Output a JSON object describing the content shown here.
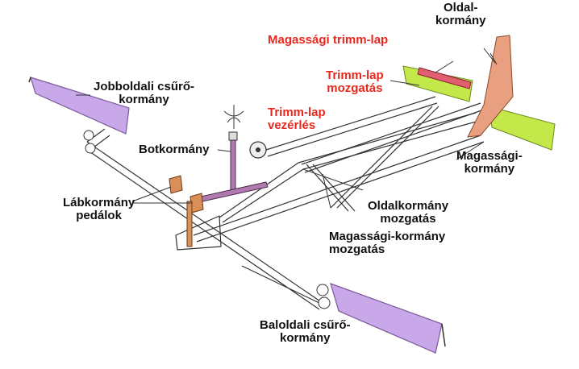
{
  "colors": {
    "aileron": "#c8a8e8",
    "aileron_edge": "#7a5a9a",
    "elevator": "#c4e84a",
    "trim_tab": "#e06070",
    "rudder": "#e8a080",
    "control_red": "#e8281e",
    "line": "#333333",
    "pedal": "#d89058",
    "stick": "#b07ab0"
  },
  "labels": {
    "magassagi_trimm_lap": "Magassági trimm-lap",
    "oldal_kormany": [
      "Oldal-",
      "kormány"
    ],
    "trimm_lap_mozgatas": [
      "Trimm-lap",
      "mozgatás"
    ],
    "jobboldali_csuro_kormany": [
      "Jobboldali csűrő-",
      "kormány"
    ],
    "trimm_lap_vezerles": [
      "Trimm-lap",
      "vezérlés"
    ],
    "botkormany": "Botkormány",
    "magassagi_kormany": [
      "Magassági-",
      "kormány"
    ],
    "labkormany_pedalok": [
      "Lábkormány",
      "pedálok"
    ],
    "oldalkormany_mozgatas": [
      "Oldalkormány",
      "mozgatás"
    ],
    "magassagi_kormany_mozgatas": [
      "Magassági-kormány",
      "mozgatás"
    ],
    "baloldali_csuro_kormany": [
      "Baloldali csűrő-",
      "kormány"
    ]
  }
}
